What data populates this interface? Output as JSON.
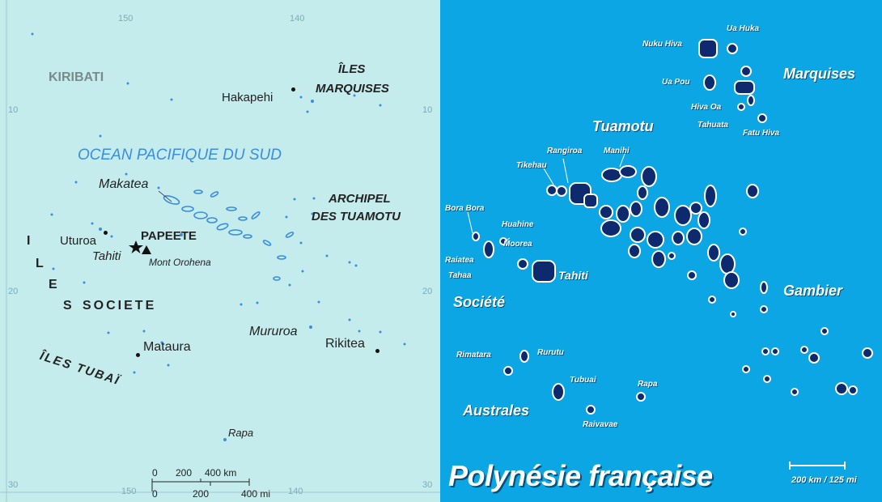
{
  "left_map": {
    "lon_ticks_top": [
      "150",
      "140"
    ],
    "lon_ticks_bottom": [
      "150",
      "140"
    ],
    "lat_ticks_left": [
      "10",
      "20",
      "30"
    ],
    "lat_ticks_right": [
      "10",
      "20",
      "30"
    ],
    "country_label": "KIRIBATI",
    "ocean_label": "OCEAN PACIFIQUE DU SUD",
    "archipelagos": {
      "marquises_line1": "ÎLES",
      "marquises_line2": "MARQUISES",
      "tuamotu_line1": "ARCHIPEL",
      "tuamotu_line2": "DES TUAMOTU",
      "societe_letters": [
        "I",
        "L",
        "E",
        "S"
      ],
      "societe_word": "SOCIETE",
      "tubai": "ÎLES TUBAÏ"
    },
    "places": {
      "hakapehi": "Hakapehi",
      "makatea": "Makatea",
      "uturoa": "Uturoa",
      "papeete": "PAPEETE",
      "tahiti": "Tahiti",
      "mont_orohena": "Mont Orohena",
      "mataura": "Mataura",
      "mururoa": "Mururoa",
      "rikitea": "Rikitea",
      "rapa": "Rapa"
    },
    "scale": {
      "km_labels": [
        "0",
        "200",
        "400 km"
      ],
      "mi_labels": [
        "0",
        "200",
        "400 mi"
      ]
    },
    "colors": {
      "sea": "#c4ecec",
      "islands": "#3a8de0",
      "text": "#222222"
    }
  },
  "right_map": {
    "title": "Polynésie française",
    "regions": {
      "marquises": "Marquises",
      "tuamotu": "Tuamotu",
      "societe": "Société",
      "gambier": "Gambier",
      "australes": "Australes"
    },
    "islands": {
      "ua_huka": "Ua Huka",
      "nuku_hiva": "Nuku Hiva",
      "ua_pou": "Ua Pou",
      "hiva_oa": "Hiva Oa",
      "tahuata": "Tahuata",
      "fatu_hiva": "Fatu Hiva",
      "rangiroa": "Rangiroa",
      "manihi": "Manihi",
      "tikehau": "Tikehau",
      "bora_bora": "Bora Bora",
      "huahine": "Huahine",
      "moorea": "Moorea",
      "raiatea": "Raiatea",
      "tahaa": "Tahaa",
      "tahiti": "Tahiti",
      "rimatara": "Rimatara",
      "rurutu": "Rurutu",
      "tubuai": "Tubuai",
      "rapa": "Rapa",
      "raivavae": "Raivavae"
    },
    "scale": "200 km / 125 mi",
    "colors": {
      "sea": "#0ca6e4",
      "islands": "#0d2a6e",
      "outline": "#ffffff"
    }
  }
}
